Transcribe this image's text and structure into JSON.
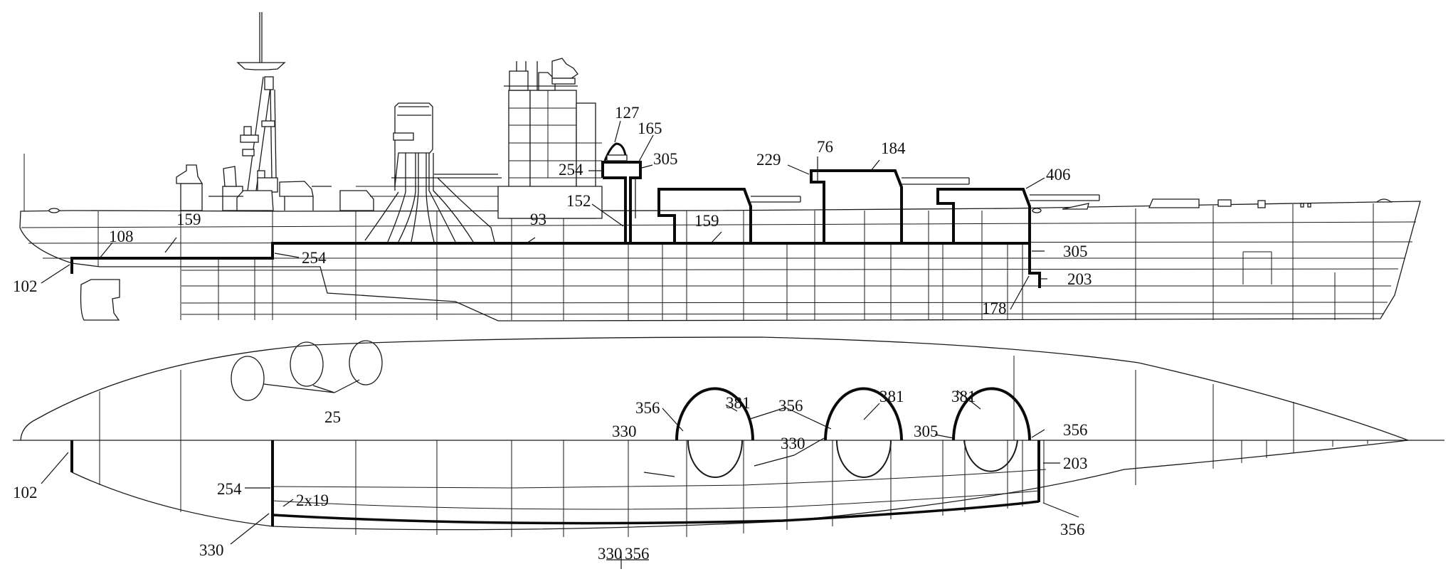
{
  "figure": {
    "title": "Battleship armour scheme — side profile and plan view (thickness in mm)",
    "views": [
      "side-profile",
      "plan-view"
    ]
  },
  "profile_labels": {
    "stern_bulkhead": "102",
    "stern_deck": "108",
    "aft_deck_step": "159",
    "aft_bulkhead": "254",
    "main_deck": "93",
    "ct_tube": "152",
    "ct_side": "254",
    "ct_roof": "127",
    "ct_top": "165",
    "ct_face": "305",
    "turret_deck": "159",
    "barbette_face": "229",
    "barbette_gap": "76",
    "turret_roof": "184",
    "turret_front": "406",
    "belt_upper": "305",
    "belt_lower": "203",
    "belt_step": "178"
  },
  "plan_labels": {
    "aa_mounts": "25",
    "stern_bulkhead": "102",
    "aft_bulkhead": "254",
    "deck_plating": "2x19",
    "aft_corner": "330",
    "turret1_left": "356",
    "turret1_roof": "381",
    "turret_shared_side": "356",
    "turret1_base_left": "330",
    "turret_shared_base": "330",
    "turret2_roof": "381",
    "turret3_roof": "381",
    "turret3_left": "305",
    "turret3_right": "356",
    "fwd_bulkhead": "203",
    "fwd_corner": "356",
    "belt_left": "330",
    "belt_right": "356"
  }
}
